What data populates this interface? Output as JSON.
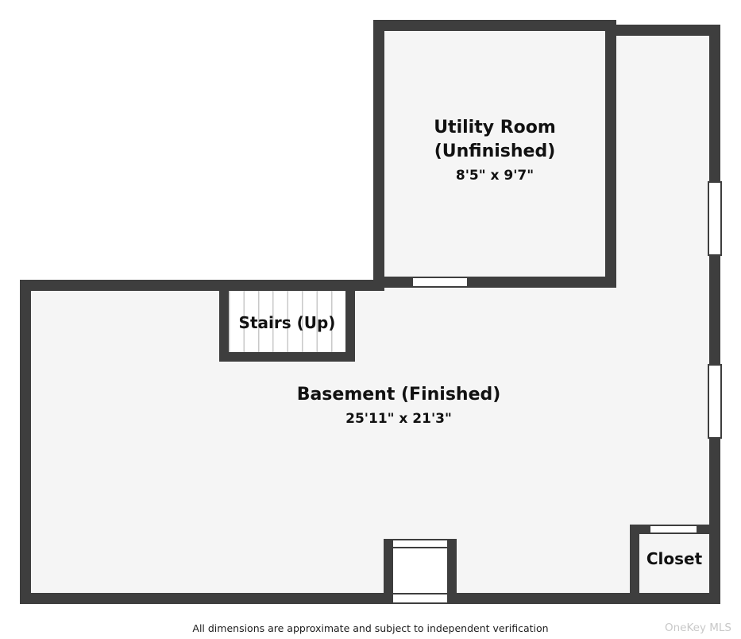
{
  "rooms": {
    "utility": {
      "name_line1": "Utility Room",
      "name_line2": "(Unfinished)",
      "dimensions": "8'5\" x 9'7\""
    },
    "stairs": {
      "name": "Stairs (Up)"
    },
    "basement": {
      "name": "Basement (Finished)",
      "dimensions": "25'11\" x 21'3\""
    },
    "closet": {
      "name": "Closet"
    }
  },
  "footer": {
    "disclaimer": "All dimensions are approximate and subject to independent verification",
    "watermark": "OneKey MLS"
  },
  "colors": {
    "wall": "#3e3e3e",
    "floor": "#f5f5f5",
    "stair_tread": "#c9c9c9",
    "text": "#111111",
    "watermark": "#c8c8c8"
  }
}
